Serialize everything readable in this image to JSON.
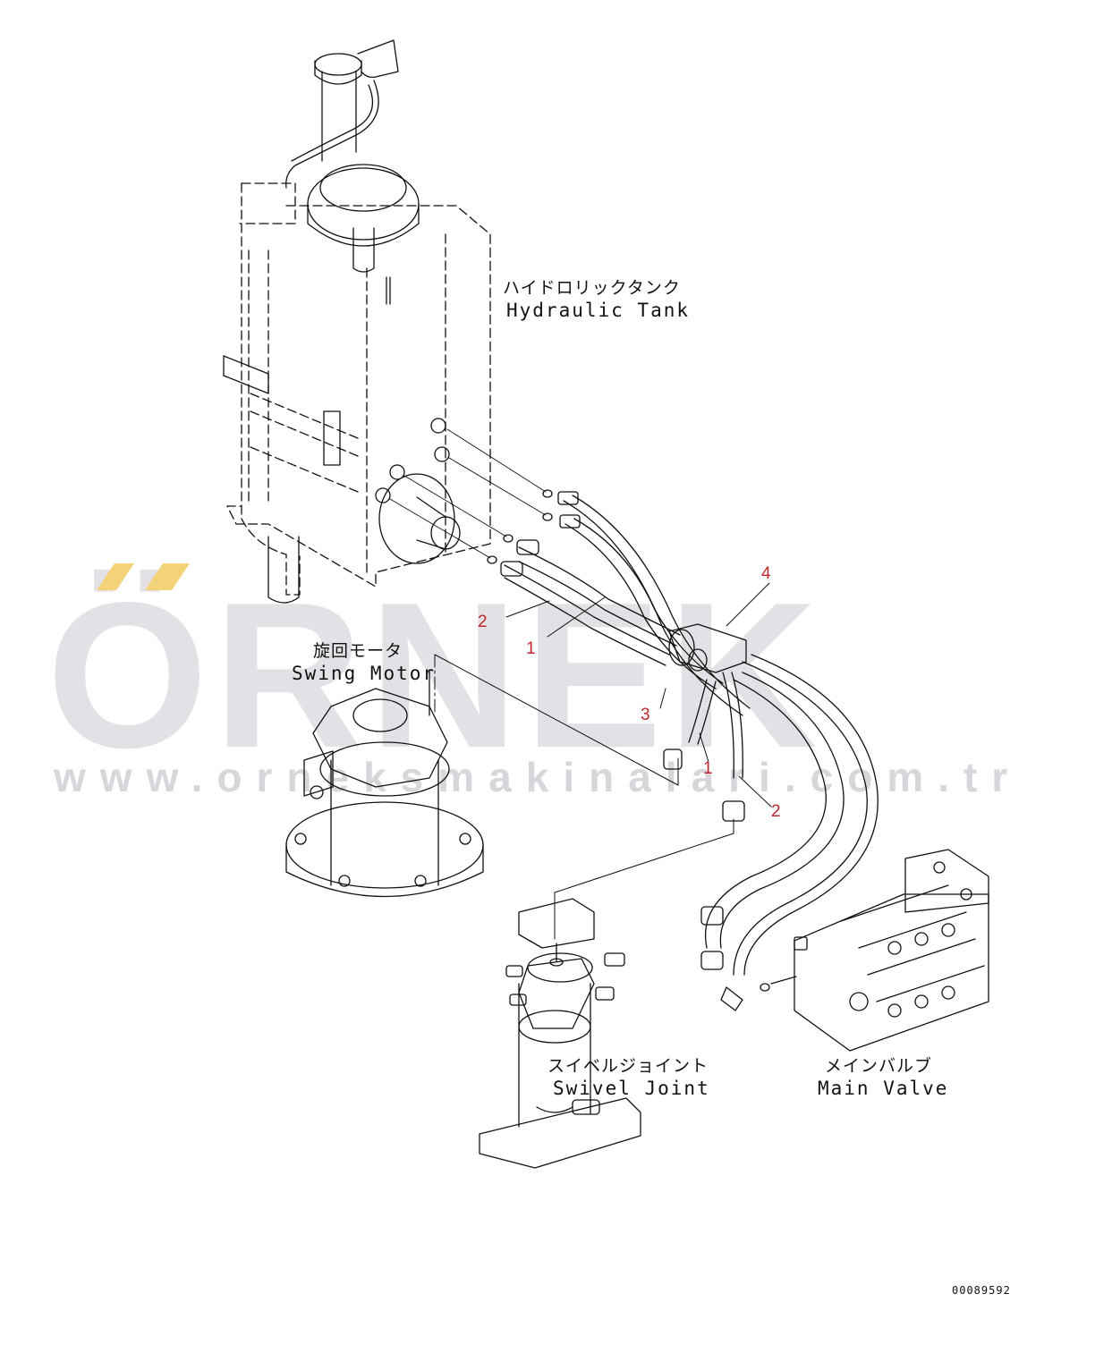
{
  "labels": {
    "hydraulic_tank_jp": "ハイドロリックタンク",
    "hydraulic_tank_en": "Hydraulic Tank",
    "swing_motor_jp": "旋回モータ",
    "swing_motor_en": "Swing Motor",
    "swivel_joint_jp": "スイベルジョイント",
    "swivel_joint_en": "Swivel Joint",
    "main_valve_jp": "メインバルブ",
    "main_valve_en": "Main Valve"
  },
  "callouts": {
    "c1a": "1",
    "c1b": "1",
    "c2a": "2",
    "c2b": "2",
    "c3": "3",
    "c4": "4"
  },
  "watermark": {
    "brand": "ÖRNEK",
    "url": "www.orneksmakinalari.com.tr"
  },
  "document_id": "00089592",
  "colors": {
    "line": "#111111",
    "callout": "#c0282d",
    "watermark": "#cdc8d2",
    "watermark_accent": "#f3d37a"
  }
}
